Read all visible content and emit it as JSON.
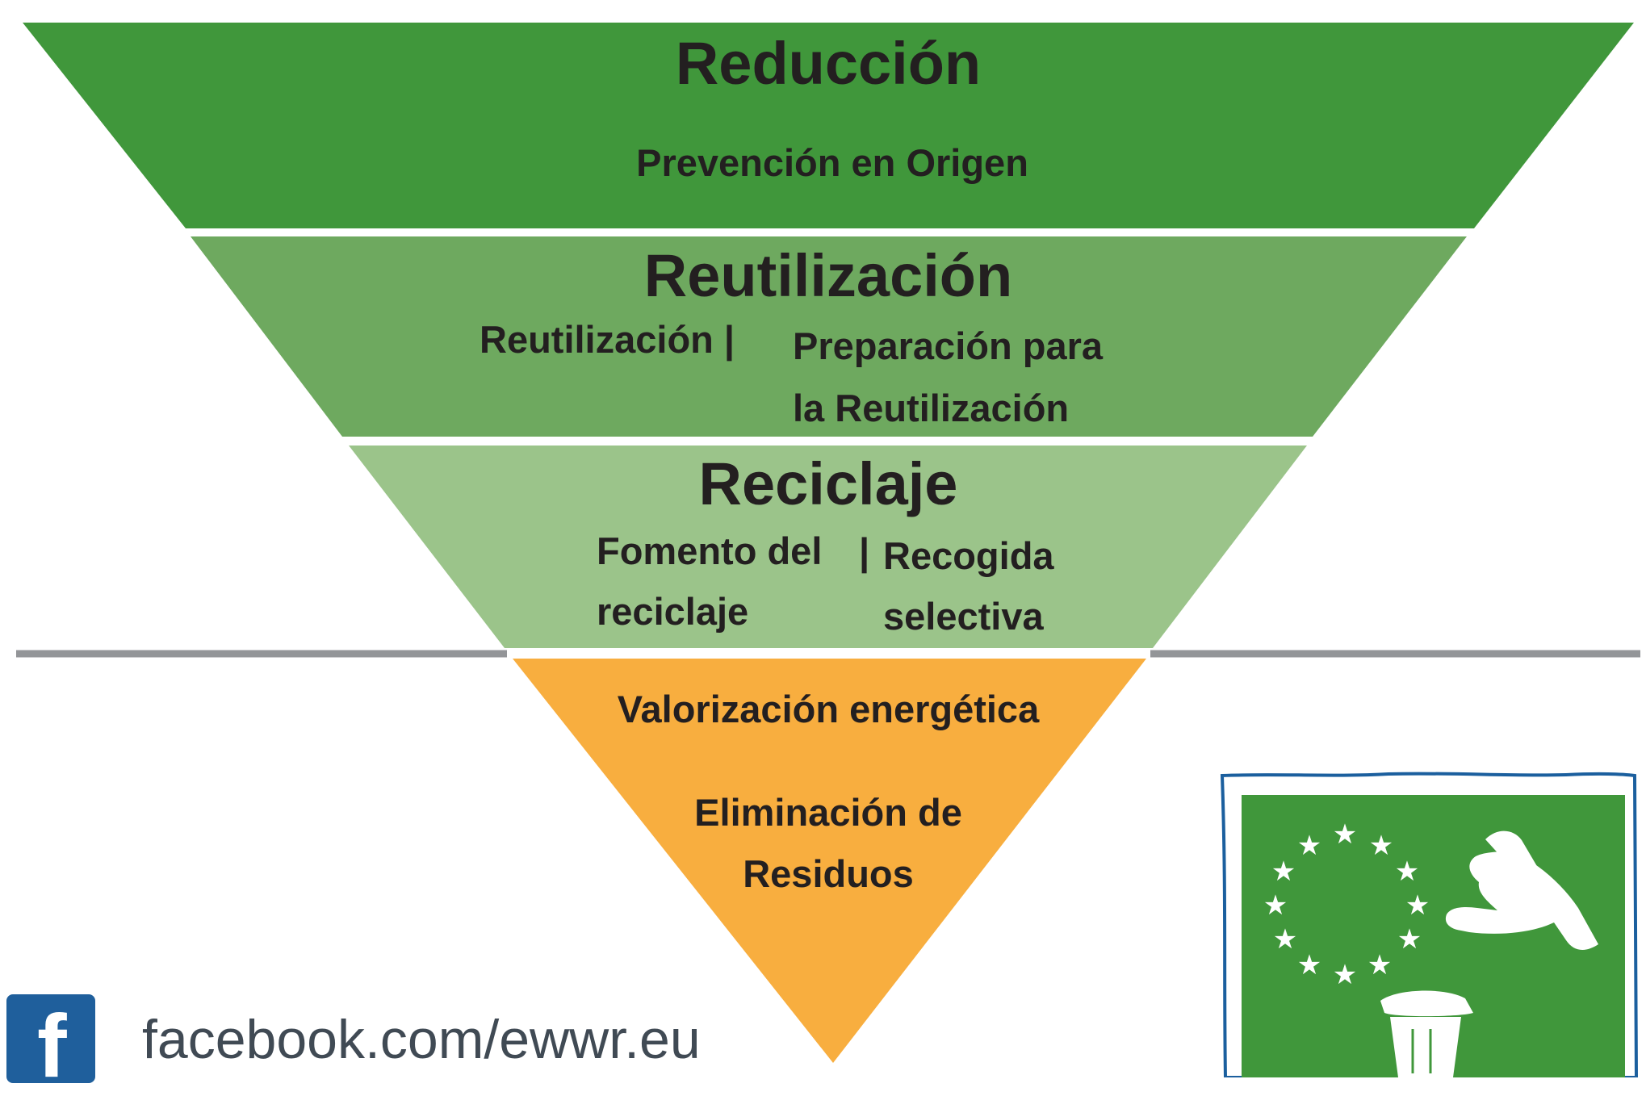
{
  "colors": {
    "tier1": "#40973b",
    "tier2": "#6ea95f",
    "tier3": "#9bc48a",
    "tier4": "#f8ae3f",
    "divider": "#939598",
    "text": "#231f20",
    "facebook": "#1f5f9c",
    "url_text": "#404a54",
    "logo_green": "#40973b",
    "logo_frame": "#1b5f9e"
  },
  "tiers": [
    {
      "title": "Reducción",
      "lines": [
        "Prevención en Origen"
      ]
    },
    {
      "title": "Reutilización",
      "left": "Reutilización |",
      "right_lines": [
        "Preparación para",
        "la Reutilización"
      ]
    },
    {
      "title": "Reciclaje",
      "left_lines": [
        "Fomento del",
        "reciclaje"
      ],
      "separator": "|",
      "right_lines": [
        "Recogida",
        "selectiva"
      ]
    },
    {
      "lines": [
        "Valorización energética",
        "Eliminación de",
        "Residuos"
      ]
    }
  ],
  "footer": {
    "icon": "facebook-icon",
    "icon_glyph": "f",
    "url": "facebook.com/ewwr.eu"
  },
  "logo": {
    "icon": "ewwr-logo-icon",
    "elements": [
      "eu-stars",
      "hand",
      "bin"
    ]
  }
}
